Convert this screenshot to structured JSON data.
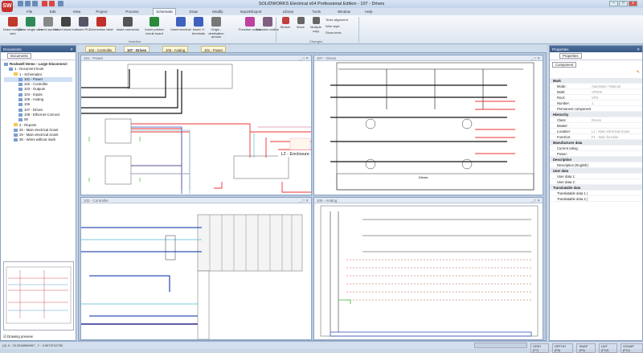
{
  "app": {
    "title": "SOLIDWORKS Electrical x64 Professional Edition - 107 - Drives",
    "logo": "SW"
  },
  "menu": [
    "File",
    "Edit",
    "View",
    "Project",
    "Process",
    "Schematic",
    "Draw",
    "Modify",
    "Import/Export",
    "Library",
    "Tools",
    "Window",
    "Help"
  ],
  "menu_active": "Schematic",
  "ribbon": {
    "insertion": [
      {
        "label": "Draw multiple wire",
        "color": "#c0392b"
      },
      {
        "label": "Draw single wire",
        "color": "#2e8b57"
      },
      {
        "label": "Insert symbol",
        "color": "#888"
      },
      {
        "label": "Insert black box",
        "color": "#444"
      },
      {
        "label": "Insert PLC",
        "color": "#556"
      },
      {
        "label": "Connection label",
        "color": "#c0302a"
      },
      {
        "label": "Insert connector",
        "color": "#555"
      },
      {
        "label": "Insert printed circuit board",
        "color": "#2a8a3a"
      },
      {
        "label": "Insert terminal",
        "color": "#4060c0"
      },
      {
        "label": "Insert 'n' terminals",
        "color": "#4060c0"
      },
      {
        "label": "Origin - destination arrows",
        "color": "#777"
      },
      {
        "label": "Function outline",
        "color": "#c040a0"
      },
      {
        "label": "Location outline",
        "color": "#806080"
      }
    ],
    "insertion_group": "Insertion",
    "changes": [
      {
        "label": "Stretch",
        "color": "#c04040"
      },
      {
        "label": "Move",
        "color": "#666"
      },
      {
        "label": "Multiple copy",
        "color": "#666"
      }
    ],
    "changes_group": "Changes",
    "small": [
      "Texts alignment",
      "Wire style",
      "Show texts"
    ]
  },
  "documents": {
    "title": "Documents",
    "tab": "Documents",
    "tree": [
      {
        "label": "Rockwell Demo - Large Disconnect",
        "level": 0,
        "bold": true
      },
      {
        "label": "1 - Document book",
        "level": 1
      },
      {
        "label": "1 - Schematics",
        "level": 2,
        "folder": true
      },
      {
        "label": "101 - Power",
        "level": 3,
        "selected": true
      },
      {
        "label": "102 - Controller",
        "level": 3
      },
      {
        "label": "103 - Outputs",
        "level": 3
      },
      {
        "label": "104 - Inputs",
        "level": 3
      },
      {
        "label": "105 - Analog",
        "level": 3
      },
      {
        "label": "106",
        "level": 3
      },
      {
        "label": "107 - Drives",
        "level": 3
      },
      {
        "label": "108 - Ethernet Connect",
        "level": 3
      },
      {
        "label": "09",
        "level": 3
      },
      {
        "label": "2 - Reports",
        "level": 2,
        "folder": true
      },
      {
        "label": "26 - Main electrical closet",
        "level": 2
      },
      {
        "label": "29 - Main electrical closet",
        "level": 2
      },
      {
        "label": "38 - Wires without mark",
        "level": 2
      }
    ],
    "preview_label": "Drawing preview",
    "preview_checked": true
  },
  "doc_tabs": [
    {
      "label": "102 - Controller"
    },
    {
      "label": "107 - Drives",
      "active": true
    },
    {
      "label": "105 - Analog"
    },
    {
      "label": "101 - Power"
    }
  ],
  "windows": {
    "power": {
      "title": "101 - Power",
      "enclosure": "L2 - Enclosure"
    },
    "drives": {
      "title": "107 - Drives",
      "block": "Drives"
    },
    "controller": {
      "title": "102 - Controller"
    },
    "analog": {
      "title": "105 - Analog"
    }
  },
  "properties": {
    "title": "Properties",
    "tab": "Properties",
    "component_tab": "Component",
    "rows": [
      {
        "type": "section",
        "label": "Mark"
      },
      {
        "label": "Mode:",
        "value": "Automatic / Manual"
      },
      {
        "label": "Mark:",
        "value": "VFD03"
      },
      {
        "label": "Root:",
        "value": "VFD"
      },
      {
        "label": "Number:",
        "value": "1"
      },
      {
        "label": "Permanent component",
        "value": ""
      },
      {
        "type": "section",
        "label": "Hierarchy"
      },
      {
        "label": "Class:",
        "value": "Drives"
      },
      {
        "label": "Master:",
        "value": ""
      },
      {
        "label": "Location:",
        "value": "L1 - Main electrical closet"
      },
      {
        "label": "Function:",
        "value": "F1 - Main function"
      },
      {
        "type": "section",
        "label": "Manufacturer data"
      },
      {
        "label": "Current rating:",
        "value": ""
      },
      {
        "label": "Power:",
        "value": ""
      },
      {
        "type": "section",
        "label": "Description"
      },
      {
        "label": "Description (English):",
        "value": ""
      },
      {
        "type": "section",
        "label": "User data"
      },
      {
        "label": "User data 1:",
        "value": ""
      },
      {
        "label": "User data 2:",
        "value": ""
      },
      {
        "type": "section",
        "label": "Translatable data"
      },
      {
        "label": "Translatable data 1 (",
        "value": ""
      },
      {
        "label": "Translatable data 2 (",
        "value": ""
      }
    ]
  },
  "status": {
    "coords": "(X) X : 15.2518566997 , Y : 3.9073710750",
    "toggles": [
      "GRID (F7)",
      "ORTHO (F8)",
      "SNAP (F9)",
      "LWT (F10)",
      "OSNAP (F11)"
    ]
  }
}
